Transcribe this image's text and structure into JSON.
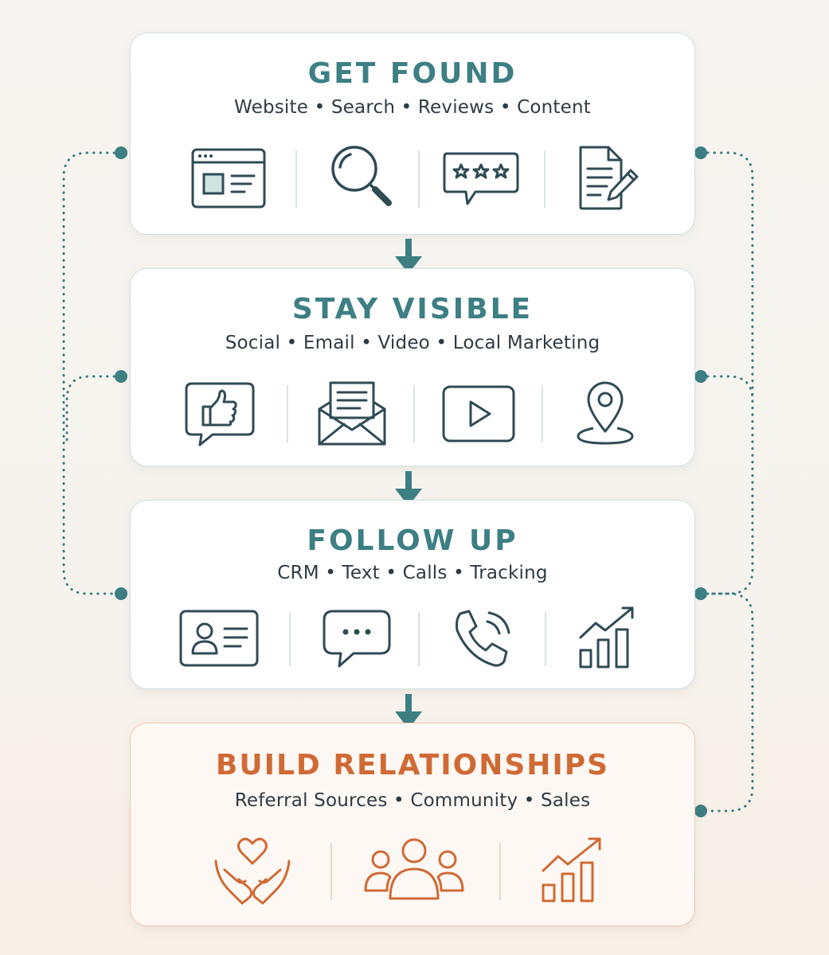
{
  "stages": [
    {
      "title": "GET FOUND",
      "subtitle": "Website • Search • Reviews • Content",
      "icons": [
        "website-browser-icon",
        "magnifier-search-icon",
        "star-review-bubble-icon",
        "document-edit-icon"
      ]
    },
    {
      "title": "STAY VISIBLE",
      "subtitle": "Social • Email • Video • Local Marketing",
      "icons": [
        "thumbs-up-bubble-icon",
        "email-envelope-icon",
        "video-play-icon",
        "map-pin-icon"
      ]
    },
    {
      "title": "FOLLOW UP",
      "subtitle": "CRM • Text • Calls • Tracking",
      "icons": [
        "contact-card-icon",
        "chat-bubble-icon",
        "phone-call-icon",
        "growth-chart-icon"
      ]
    },
    {
      "title": "BUILD RELATIONSHIPS",
      "subtitle": "Referral Sources • Community • Sales",
      "icons": [
        "hands-heart-icon",
        "people-group-icon",
        "sales-growth-icon"
      ]
    }
  ],
  "colors": {
    "teal": "#3d7f83",
    "orange": "#d06a35",
    "text": "#2f3b43"
  }
}
